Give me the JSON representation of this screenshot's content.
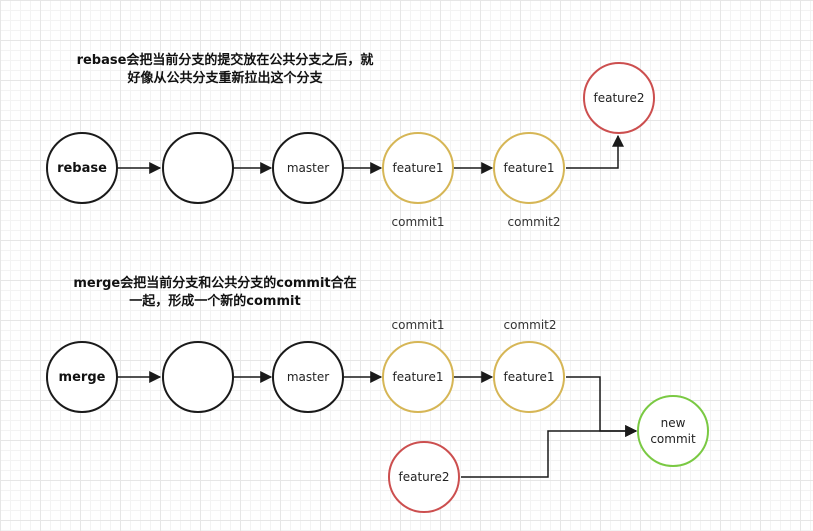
{
  "rebase": {
    "caption_line1": "rebase会把当前分支的提交放在公共分支之后，就",
    "caption_line2": "好像从公共分支重新拉出这个分支",
    "node_start": "rebase",
    "node_empty": "",
    "node_master": "master",
    "node_commit1": "feature1",
    "node_commit2": "feature1",
    "node_branch": "feature2",
    "label_commit1": "commit1",
    "label_commit2": "commit2"
  },
  "merge": {
    "caption_line1": "merge会把当前分支和公共分支的commit合在",
    "caption_line2": "一起，形成一个新的commit",
    "node_start": "merge",
    "node_empty": "",
    "node_master": "master",
    "node_commit1": "feature1",
    "node_commit2": "feature1",
    "node_branch": "feature2",
    "node_new_line1": "new",
    "node_new_line2": "commit",
    "label_commit1": "commit1",
    "label_commit2": "commit2"
  },
  "colors": {
    "plain": "#1a1a1a",
    "feature1": "#d6b656",
    "feature2": "#cc4f4f",
    "new_commit": "#7ac943"
  }
}
